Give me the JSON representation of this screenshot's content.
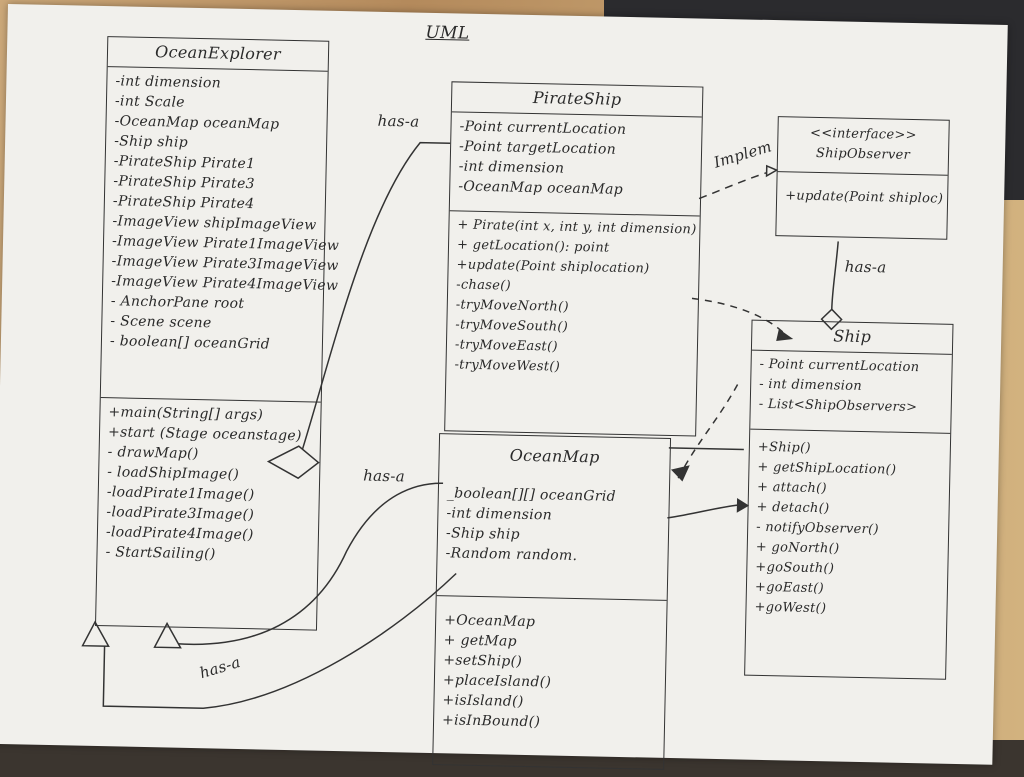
{
  "heading": "UML",
  "classes": {
    "ocean_explorer": {
      "name": "OceanExplorer",
      "attributes": [
        "-int dimension",
        "-int Scale",
        "-OceanMap oceanMap",
        "-Ship ship",
        "-PirateShip Pirate1",
        "-PirateShip Pirate3",
        "-PirateShip Pirate4",
        "-ImageView shipImageView",
        "-ImageView Pirate1ImageView",
        "-ImageView Pirate3ImageView",
        "-ImageView Pirate4ImageView",
        "- AnchorPane root",
        "- Scene scene",
        "- boolean[] oceanGrid"
      ],
      "methods": [
        "+main(String[] args)",
        "+start (Stage oceanstage)",
        "- drawMap()",
        "- loadShipImage()",
        "-loadPirate1Image()",
        "-loadPirate3Image()",
        "-loadPirate4Image()",
        "- StartSailing()"
      ]
    },
    "pirate_ship": {
      "name": "PirateShip",
      "attributes": [
        "-Point currentLocation",
        "-Point targetLocation",
        "-int dimension",
        "-OceanMap oceanMap"
      ],
      "methods": [
        "+ Pirate(int x, int y, int dimension)",
        "+ getLocation(): point",
        "+update(Point shiplocation)",
        "-chase()",
        "-tryMoveNorth()",
        "-tryMoveSouth()",
        "-tryMoveEast()",
        "-tryMoveWest()"
      ]
    },
    "ship_observer": {
      "stereotype": "<<interface>>",
      "name": "ShipObserver",
      "methods": [
        "+update(Point shiploc)"
      ]
    },
    "ship": {
      "name": "Ship",
      "attributes": [
        "- Point currentLocation",
        "- int dimension",
        "- List<ShipObservers>"
      ],
      "methods": [
        "+Ship()",
        "+ getShipLocation()",
        "+ attach()",
        "+ detach()",
        "- notifyObserver()",
        "+ goNorth()",
        "+goSouth()",
        "+goEast()",
        "+goWest()"
      ]
    },
    "ocean_map": {
      "name": "OceanMap",
      "attributes": [
        "_boolean[][] oceanGrid",
        "-int dimension",
        "-Ship ship",
        "-Random random."
      ],
      "methods": [
        "+OceanMap",
        "+ getMap",
        "+setShip()",
        "+placeIsland()",
        "+isIsland()",
        "+isInBound()"
      ]
    }
  },
  "relations": {
    "has_a_top": "has-a",
    "implem": "Implem",
    "has_a_right": "has-a",
    "has_a_mid": "has-a",
    "has_a_bottom": "has-a"
  }
}
